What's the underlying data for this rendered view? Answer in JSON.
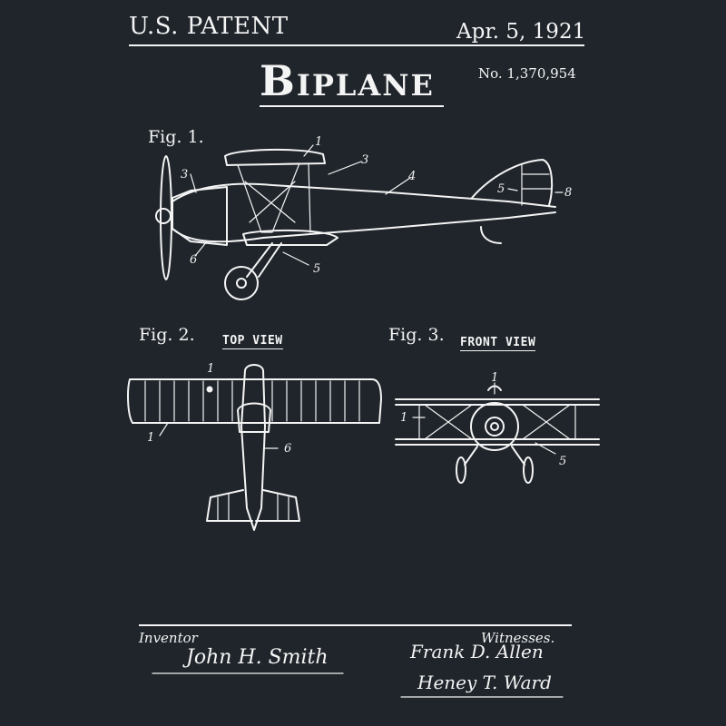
{
  "header": {
    "left": "U.S. PATENT",
    "date": "Apr. 5, 1921"
  },
  "title": "Biplane",
  "patent_number": "No. 1,370,954",
  "figures": {
    "fig1": {
      "label": "Fig. 1.",
      "callouts": [
        "1",
        "3",
        "4",
        "5",
        "8",
        "3",
        "6",
        "5"
      ]
    },
    "fig2": {
      "label": "Fig. 2.",
      "view": "TOP VIEW",
      "callouts": [
        "1",
        "1",
        "6"
      ]
    },
    "fig3": {
      "label": "Fig. 3.",
      "view": "FRONT VIEW",
      "callouts": [
        "1",
        "1",
        "5"
      ]
    }
  },
  "footer": {
    "inventor_label": "Inventor",
    "inventor_signature": "John H. Smith",
    "witnesses_label": "Witnesses.",
    "witness_1": "Frank D. Allen",
    "witness_2": "Heney T. Ward"
  },
  "colors": {
    "background": "#1f252b",
    "ink": "#f4f4f4"
  }
}
